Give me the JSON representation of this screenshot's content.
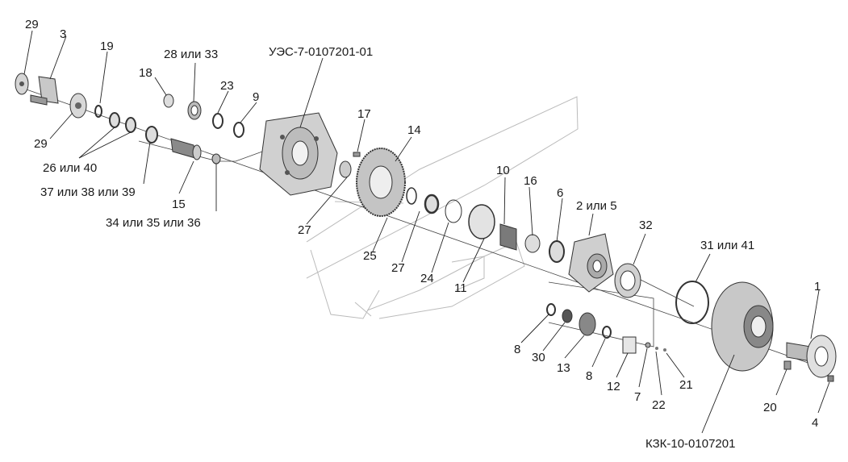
{
  "labels": {
    "p29a": "29",
    "p3": "3",
    "p19": "19",
    "p29b": "29",
    "p26_40": "26 или 40",
    "p37_38_39": "37 или 38 или 39",
    "p18": "18",
    "p28_33": "28 или 33",
    "p23": "23",
    "p9": "9",
    "p15": "15",
    "p34_35_36": "34 или 35 или 36",
    "assembly_top": "УЭС-7-0107201-01",
    "p17": "17",
    "p14": "14",
    "p27a": "27",
    "p25": "25",
    "p27b": "27",
    "p24": "24",
    "p11": "11",
    "p10": "10",
    "p16": "16",
    "p6": "6",
    "p2_5": "2 или 5",
    "p32": "32",
    "p31_41": "31 или 41",
    "p1": "1",
    "p8a": "8",
    "p30": "30",
    "p13": "13",
    "p8b": "8",
    "p12": "12",
    "p7": "7",
    "p22": "22",
    "p21": "21",
    "p20": "20",
    "p4": "4",
    "assembly_bottom": "КЗК-10-0107201"
  },
  "colors": {
    "line": "#222222",
    "part_fill": "#cfcfcf",
    "part_dark": "#6a6a6a",
    "background": "#ffffff"
  }
}
